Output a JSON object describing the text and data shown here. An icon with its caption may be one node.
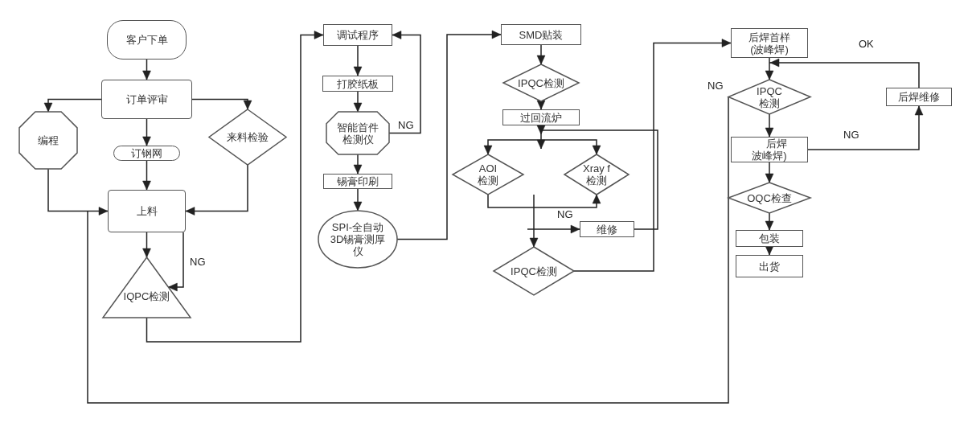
{
  "diagram": {
    "nodes": [
      {
        "text": [
          "客户下单"
        ]
      },
      {
        "text": [
          "订单评审"
        ]
      },
      {
        "text": [
          "编程"
        ]
      },
      {
        "text": [
          "订钢网"
        ]
      },
      {
        "text": [
          "来料检验"
        ]
      },
      {
        "text": [
          "上料"
        ]
      },
      {
        "text": [
          "IQPC检测"
        ]
      },
      {
        "text": [
          "调试程序"
        ]
      },
      {
        "text": [
          "打胶纸板"
        ]
      },
      {
        "text": [
          "智能首件检测仪"
        ]
      },
      {
        "text": [
          "锡膏印刷"
        ]
      },
      {
        "text": [
          "SPI-全自动3D锡膏测厚仪"
        ]
      },
      {
        "text": [
          "SMD贴装"
        ]
      },
      {
        "text": [
          "IPQC检测"
        ]
      },
      {
        "text": [
          "过回流炉"
        ]
      },
      {
        "text": [
          "AOI检测"
        ]
      },
      {
        "text": [
          "Xray f 检测"
        ]
      },
      {
        "text": [
          "维修"
        ]
      },
      {
        "text": [
          "IPQC检测"
        ]
      },
      {
        "text": [
          "后焊首样(波峰焊)"
        ]
      },
      {
        "text": [
          "IPQC检测"
        ]
      },
      {
        "text": [
          "后焊维修"
        ]
      },
      {
        "text": [
          "后焊波峰焊)"
        ]
      },
      {
        "text": [
          "OQC检查"
        ]
      },
      {
        "text": [
          "包装"
        ]
      },
      {
        "text": [
          "出货"
        ]
      }
    ],
    "edges": [
      {
        "from": 0,
        "to": 1,
        "arrow": "to"
      },
      {
        "from": 1,
        "to": 2,
        "arrow": "to"
      },
      {
        "from": 1,
        "to": 3,
        "arrow": "to"
      },
      {
        "from": 1,
        "to": 4,
        "arrow": "to"
      },
      {
        "from": 2,
        "to": 5,
        "arrow": "to"
      },
      {
        "from": 3,
        "to": 5,
        "arrow": "to"
      },
      {
        "from": 4,
        "to": 5,
        "arrow": "to"
      },
      {
        "from": 5,
        "to": 6,
        "arrow": "to"
      },
      {
        "from": 5,
        "to": 6,
        "arrow": "to",
        "label": "NG"
      },
      {
        "from": 6,
        "to": 7,
        "arrow": "to"
      },
      {
        "from": 7,
        "to": 8,
        "arrow": "to"
      },
      {
        "from": 8,
        "to": 9,
        "arrow": "to"
      },
      {
        "from": 9,
        "to": 7,
        "arrow": "to",
        "label": "NG"
      },
      {
        "from": 9,
        "to": 10,
        "arrow": "to"
      },
      {
        "from": 10,
        "to": 11,
        "arrow": "to"
      },
      {
        "from": 11,
        "to": 12,
        "arrow": "to"
      },
      {
        "from": 12,
        "to": 13,
        "arrow": "to"
      },
      {
        "from": 13,
        "to": 14,
        "arrow": "to"
      },
      {
        "from": 14,
        "to": 15,
        "arrow": "to"
      },
      {
        "from": 14,
        "to": 16,
        "arrow": "to"
      },
      {
        "from": 17,
        "to": 15,
        "arrow": "to"
      },
      {
        "from": 17,
        "to": 16,
        "arrow": "to"
      },
      {
        "from": 15,
        "to": 16,
        "arrow": "to",
        "label": "NG"
      },
      {
        "from": null,
        "to": 18,
        "arrow": "to"
      },
      {
        "from": null,
        "to": 17,
        "arrow": "to"
      },
      {
        "from": 18,
        "to": 19,
        "arrow": "to"
      },
      {
        "from": 19,
        "to": 20,
        "arrow": "to"
      },
      {
        "from": 21,
        "to": 20,
        "arrow": "to",
        "label": "OK"
      },
      {
        "from": 20,
        "to": 22,
        "arrow": "to"
      },
      {
        "from": 22,
        "to": 21,
        "arrow": "to",
        "label": "NG"
      },
      {
        "from": 22,
        "to": 23,
        "arrow": "to"
      },
      {
        "from": 23,
        "to": 24,
        "arrow": "to"
      },
      {
        "from": 24,
        "to": 25,
        "arrow": "to"
      },
      {
        "from": 20,
        "to": 5,
        "arrow": "to",
        "label": "NG"
      }
    ]
  }
}
